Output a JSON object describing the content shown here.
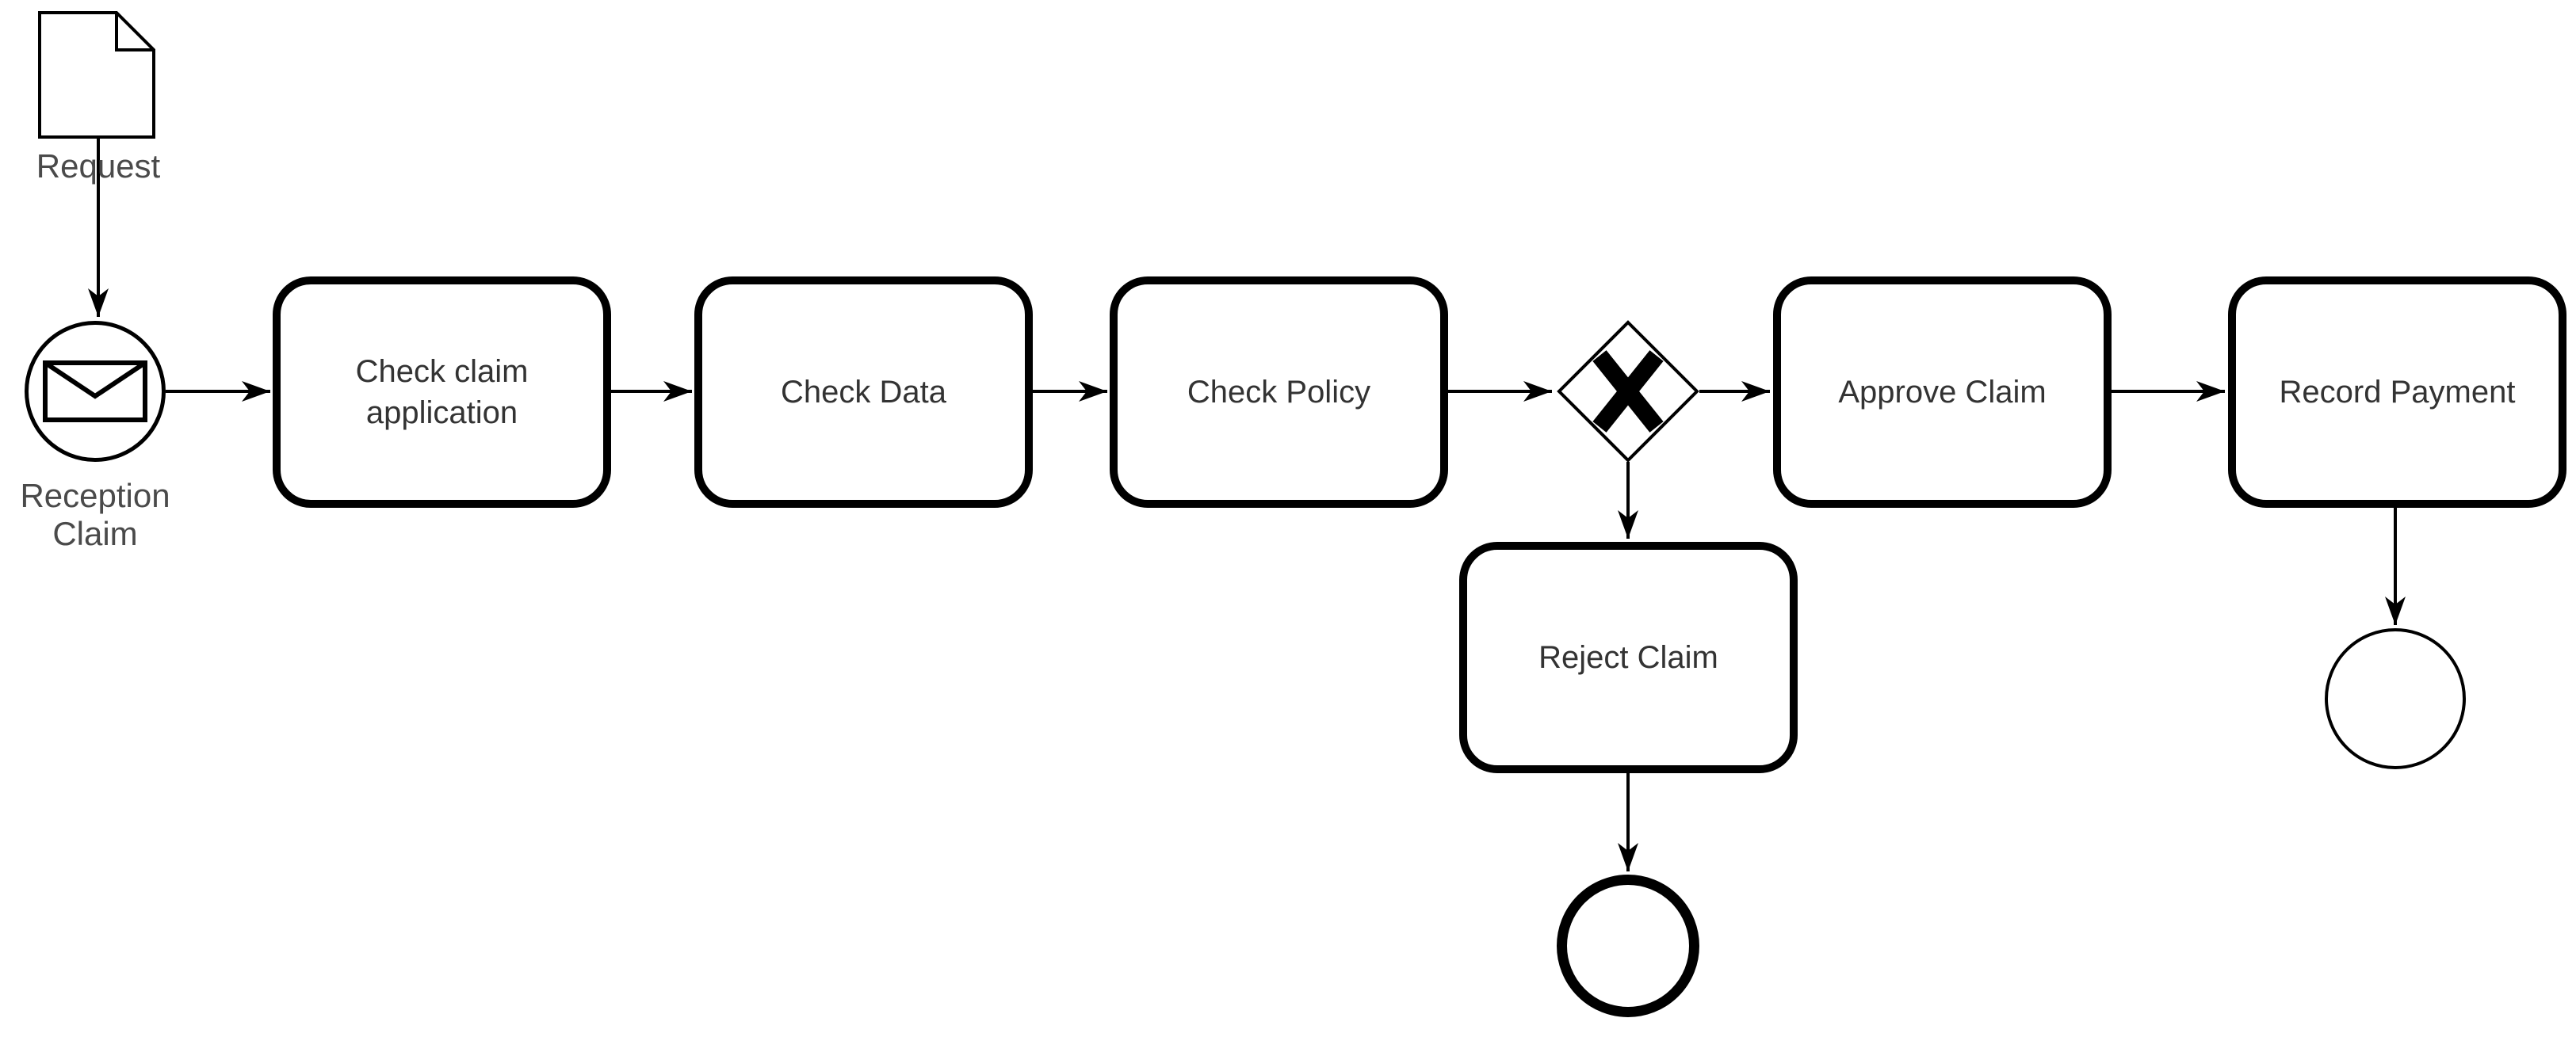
{
  "diagram": {
    "kind": "BPMN process diagram",
    "background_color": "#ffffff",
    "stroke_color": "#000000",
    "task_text_color": "#333333",
    "label_text_color": "#4a4a4a",
    "artifacts": {
      "data_object": {
        "label": "Request",
        "icon": "document-icon"
      }
    },
    "events": {
      "start": {
        "label": "Reception Claim",
        "type": "message start event",
        "icon": "envelope-icon"
      },
      "end_after_reject": {
        "label": "",
        "type": "end event (thick border)"
      },
      "end_after_payment": {
        "label": "",
        "type": "event (thin border)"
      }
    },
    "tasks": [
      {
        "id": "check-claim-application",
        "label": "Check claim application"
      },
      {
        "id": "check-data",
        "label": "Check Data"
      },
      {
        "id": "check-policy",
        "label": "Check Policy"
      },
      {
        "id": "approve-claim",
        "label": "Approve Claim"
      },
      {
        "id": "record-payment",
        "label": "Record Payment"
      },
      {
        "id": "reject-claim",
        "label": "Reject Claim"
      }
    ],
    "gateway": {
      "type": "exclusive gateway",
      "symbol": "X",
      "icon": "x-gateway-icon"
    },
    "flows": [
      {
        "from": "request-document",
        "to": "start-event"
      },
      {
        "from": "start-event",
        "to": "check-claim-application"
      },
      {
        "from": "check-claim-application",
        "to": "check-data"
      },
      {
        "from": "check-data",
        "to": "check-policy"
      },
      {
        "from": "check-policy",
        "to": "exclusive-gateway"
      },
      {
        "from": "exclusive-gateway",
        "to": "approve-claim"
      },
      {
        "from": "exclusive-gateway",
        "to": "reject-claim"
      },
      {
        "from": "approve-claim",
        "to": "record-payment"
      },
      {
        "from": "record-payment",
        "to": "end-after-payment"
      },
      {
        "from": "reject-claim",
        "to": "end-after-reject"
      }
    ]
  }
}
